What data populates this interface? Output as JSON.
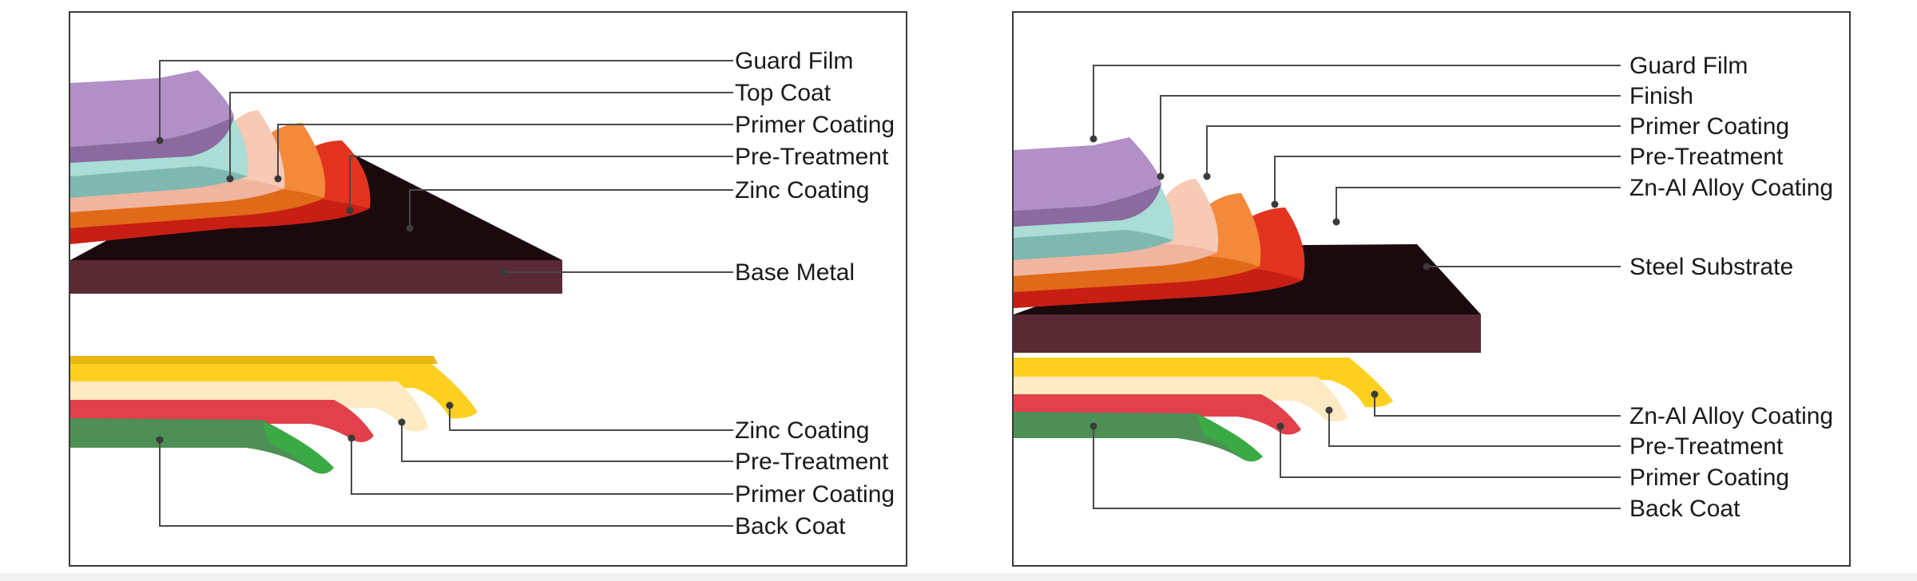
{
  "left_panel": {
    "labels": {
      "guard_film": "Guard Film",
      "top_coat": "Top Coat",
      "primer_coating": "Primer Coating",
      "pre_treatment": "Pre-Treatment",
      "zinc_coating": "Zinc Coating",
      "base_metal": "Base Metal",
      "bottom_zinc_coating": "Zinc Coating",
      "bottom_pre_treatment": "Pre-Treatment",
      "bottom_primer_coating": "Primer Coating",
      "back_coat": "Back Coat"
    }
  },
  "right_panel": {
    "labels": {
      "guard_film": "Guard Film",
      "finish": "Finish",
      "primer_coating": "Primer Coating",
      "pre_treatment": "Pre-Treatment",
      "zn_al_alloy_coating": "Zn-Al Alloy Coating",
      "steel_substrate": "Steel Substrate",
      "bottom_zn_al_alloy_coating": "Zn-Al Alloy Coating",
      "bottom_pre_treatment": "Pre-Treatment",
      "bottom_primer_coating": "Primer Coating",
      "back_coat": "Back Coat"
    }
  },
  "colors": {
    "guard_film": "#b28fc6",
    "top_coat": "#a9ddd6",
    "primer": "#f8c9b4",
    "pre_treatment": "#f3893a",
    "zinc": "#e2331f",
    "base_metal": "#3e1d24",
    "bottom_zinc": "#fdd020",
    "bottom_pre_treatment": "#fde9c2",
    "bottom_primer": "#e2404a",
    "back_coat": "#4d8f54",
    "leader_line": "#4a4a4a"
  }
}
